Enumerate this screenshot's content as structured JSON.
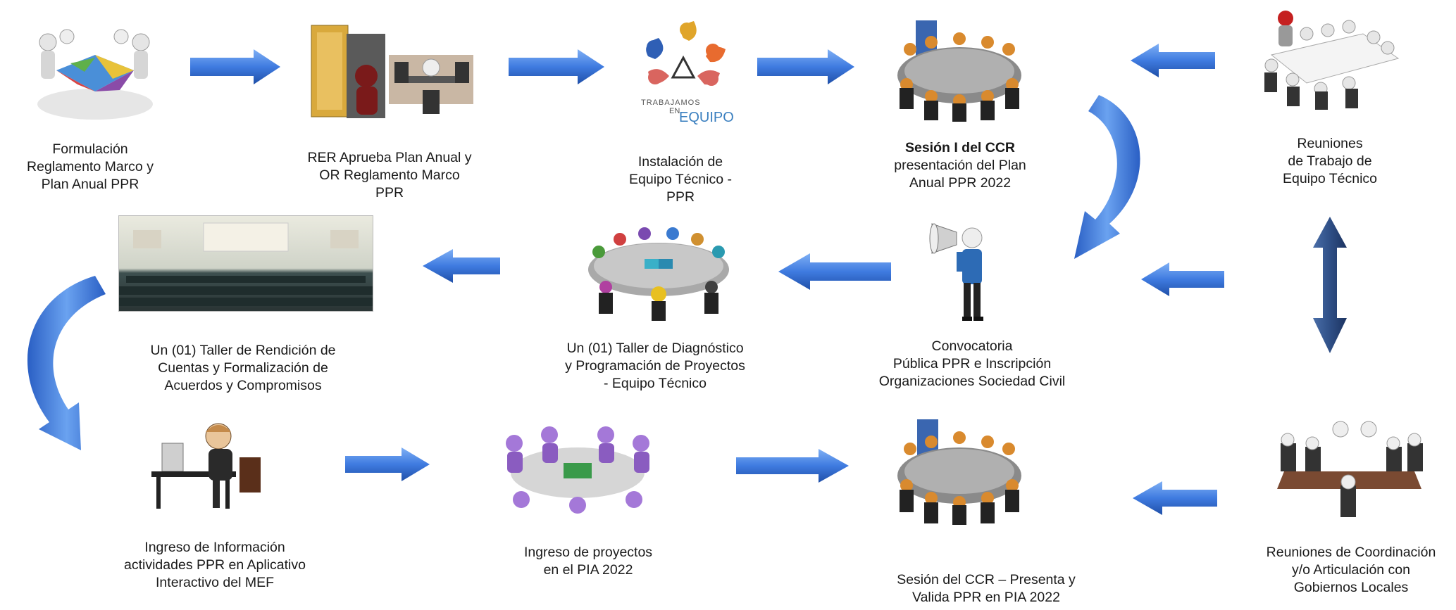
{
  "colors": {
    "arrow": "#3f7be0",
    "arrow_dark": "#1f4fa8",
    "vertical_arrow": "#2f4f86"
  },
  "steps": [
    {
      "id": "formulacion",
      "lines": [
        "Formulación",
        "Reglamento Marco y",
        "Plan Anual PPR"
      ],
      "icon": "meeting-puzzle-icon"
    },
    {
      "id": "rer",
      "lines": [
        "RER Aprueba Plan Anual y",
        "OR Reglamento Marco",
        "PPR"
      ],
      "icon": "office-door-icon"
    },
    {
      "id": "instalacion",
      "lines": [
        "Instalación de",
        "Equipo Técnico -",
        "PPR"
      ],
      "icon": "teamwork-logo-icon"
    },
    {
      "id": "sesion1",
      "lines": [
        "Sesión I del CCR",
        "presentación del Plan",
        "Anual PPR 2022"
      ],
      "icon": "council-table-icon"
    },
    {
      "id": "reuniones_trabajo",
      "lines": [
        "Reuniones",
        "de Trabajo de",
        "Equipo Técnico"
      ],
      "icon": "conference-table-icon"
    },
    {
      "id": "convocatoria",
      "lines": [
        "Convocatoria",
        "Pública PPR e Inscripción",
        "Organizaciones  Sociedad Civil"
      ],
      "icon": "megaphone-person-icon"
    },
    {
      "id": "taller_diag",
      "lines": [
        "Un (01) Taller de Diagnóstico",
        "y Programación de Proyectos",
        "- Equipo Técnico"
      ],
      "icon": "puzzle-table-icon"
    },
    {
      "id": "taller_rend",
      "lines": [
        "Un (01) Taller de Rendición de",
        "Cuentas y Formalización de",
        "Acuerdos y Compromisos"
      ],
      "icon": "auditorium-icon"
    },
    {
      "id": "ingreso_info",
      "lines": [
        "Ingreso de Información",
        "actividades PPR en Aplicativo",
        "Interactivo del MEF"
      ],
      "icon": "computer-user-icon"
    },
    {
      "id": "ingreso_proy",
      "lines": [
        "Ingreso de proyectos",
        "en el PIA 2022"
      ],
      "icon": "group-laptop-icon"
    },
    {
      "id": "sesion_ccr",
      "lines": [
        "Sesión del CCR – Presenta y",
        "Valida PPR en PIA 2022"
      ],
      "icon": "council-table-icon"
    },
    {
      "id": "reuniones_coord",
      "lines": [
        "Reuniones de Coordinación",
        "y/o Articulación con",
        "Gobiernos Locales"
      ],
      "icon": "conference-table-icon"
    }
  ],
  "logo_text": {
    "line1": "TRABAJAMOS",
    "line2": "EN",
    "line3": "EQUIPO"
  }
}
